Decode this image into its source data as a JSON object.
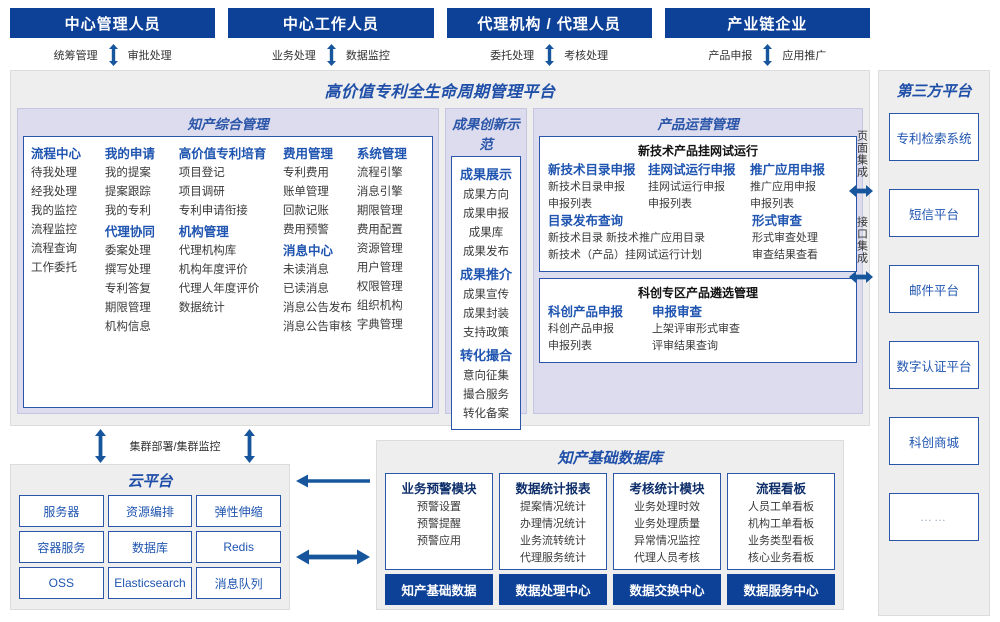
{
  "actors": [
    {
      "title": "中心管理人员",
      "links": [
        "统筹管理",
        "审批处理"
      ]
    },
    {
      "title": "中心工作人员",
      "links": [
        "业务处理",
        "数据监控"
      ]
    },
    {
      "title": "代理机构 / 代理人员",
      "links": [
        "委托处理",
        "考核处理"
      ]
    },
    {
      "title": "产业链企业",
      "links": [
        "产品申报",
        "应用推广"
      ]
    }
  ],
  "platform": {
    "title": "高价值专利全生命周期管理平台",
    "sections": {
      "ip_mgmt": {
        "title": "知产综合管理",
        "columns": [
          {
            "groups": [
              {
                "head": "流程中心",
                "items": [
                  "待我处理",
                  "经我处理",
                  "我的监控",
                  "流程监控",
                  "流程查询",
                  "工作委托"
                ]
              }
            ]
          },
          {
            "groups": [
              {
                "head": "我的申请",
                "items": [
                  "我的提案",
                  "提案跟踪",
                  "我的专利"
                ]
              },
              {
                "head": "代理协同",
                "items": [
                  "委案处理",
                  "撰写处理",
                  "专利答复",
                  "期限管理",
                  "机构信息"
                ]
              }
            ]
          },
          {
            "groups": [
              {
                "head": "高价值专利培育",
                "items": [
                  "项目登记",
                  "项目调研",
                  "专利申请衔接"
                ]
              },
              {
                "head": "机构管理",
                "items": [
                  "代理机构库",
                  "机构年度评价",
                  "代理人年度评价",
                  "数据统计"
                ]
              }
            ]
          },
          {
            "groups": [
              {
                "head": "费用管理",
                "items": [
                  "专利费用",
                  "账单管理",
                  "回款记账",
                  "费用预警"
                ]
              },
              {
                "head": "消息中心",
                "items": [
                  "未读消息",
                  "已读消息",
                  "消息公告发布",
                  "消息公告审核"
                ]
              }
            ]
          },
          {
            "groups": [
              {
                "head": "系统管理",
                "items": [
                  "流程引擎",
                  "消息引擎",
                  "期限管理",
                  "费用配置",
                  "资源管理",
                  "用户管理",
                  "权限管理",
                  "组织机构",
                  "字典管理"
                ]
              }
            ]
          }
        ]
      },
      "achievement": {
        "title": "成果创新示范",
        "groups": [
          {
            "head": "成果展示",
            "items": [
              "成果方向",
              "成果申报",
              "成果库",
              "成果发布"
            ]
          },
          {
            "head": "成果推介",
            "items": [
              "成果宣传",
              "成果封装",
              "支持政策"
            ]
          },
          {
            "head": "转化撮合",
            "items": [
              "意向征集",
              "撮合服务",
              "转化备案"
            ]
          }
        ]
      },
      "product_ops": {
        "title": "产品运营管理",
        "cards": [
          {
            "title": "新技术产品挂网试运行",
            "rows": [
              {
                "cols": [
                  {
                    "head": "新技术目录申报",
                    "items": [
                      "新技术目录申报",
                      "申报列表"
                    ]
                  },
                  {
                    "head": "挂网试运行申报",
                    "items": [
                      "挂网试运行申报",
                      "申报列表"
                    ]
                  },
                  {
                    "head": "推广应用申报",
                    "items": [
                      "推广应用申报",
                      "申报列表"
                    ]
                  }
                ]
              },
              {
                "cols": [
                  {
                    "head": "目录发布查询",
                    "items": [
                      "新技术目录    新技术推广应用目录",
                      "新技术（产品）挂网试运行计划"
                    ]
                  },
                  {
                    "head": "形式审查",
                    "items": [
                      "形式审查处理",
                      "审查结果查看"
                    ]
                  }
                ]
              }
            ]
          },
          {
            "title": "科创专区产品遴选管理",
            "rows": [
              {
                "cols": [
                  {
                    "head": "科创产品申报",
                    "items": [
                      "科创产品申报",
                      "申报列表"
                    ]
                  },
                  {
                    "head": "申报审查",
                    "items": [
                      "上架评审形式审查",
                      "评审结果查询"
                    ]
                  }
                ]
              }
            ]
          }
        ]
      }
    }
  },
  "integration": {
    "page_label": "页面集成",
    "api_label": "接口集成"
  },
  "third_party": {
    "title": "第三方平台",
    "items": [
      "专利检索系统",
      "短信平台",
      "邮件平台",
      "数字认证平台",
      "科创商城",
      "……"
    ]
  },
  "cluster_label": "集群部署/集群监控",
  "cloud": {
    "title": "云平台",
    "cells": [
      "服务器",
      "资源编排",
      "弹性伸缩",
      "容器服务",
      "数据库",
      "Redis",
      "OSS",
      "Elasticsearch",
      "消息队列"
    ]
  },
  "database": {
    "title": "知产基础数据库",
    "columns": [
      {
        "head": "业务预警模块",
        "items": [
          "预警设置",
          "预警提醒",
          "预警应用"
        ],
        "foot": "知产基础数据"
      },
      {
        "head": "数据统计报表",
        "items": [
          "提案情况统计",
          "办理情况统计",
          "业务流转统计",
          "代理服务统计"
        ],
        "foot": "数据处理中心"
      },
      {
        "head": "考核统计模块",
        "items": [
          "业务处理时效",
          "业务处理质量",
          "异常情况监控",
          "代理人员考核"
        ],
        "foot": "数据交换中心"
      },
      {
        "head": "流程看板",
        "items": [
          "人员工单看板",
          "机构工单看板",
          "业务类型看板",
          "核心业务看板"
        ],
        "foot": "数据服务中心"
      }
    ]
  },
  "colors": {
    "navy": "#0d4097",
    "blue": "#1f55b0",
    "panel": "#eeeeee",
    "section": "#dcdcee"
  }
}
